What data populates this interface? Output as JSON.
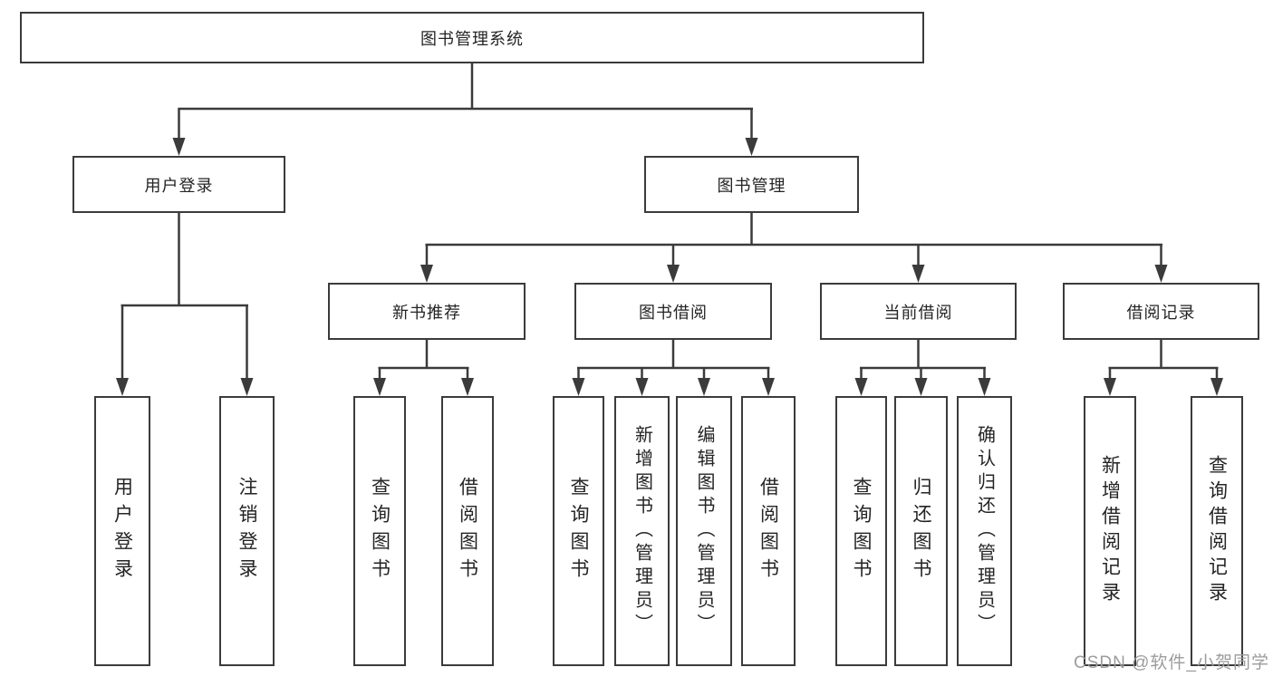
{
  "tree": {
    "root": {
      "label": "图书管理系统",
      "children": [
        {
          "label": "用户登录",
          "children": [
            {
              "label": "用户登录"
            },
            {
              "label": "注销登录"
            }
          ]
        },
        {
          "label": "图书管理",
          "children": [
            {
              "label": "新书推荐",
              "children": [
                {
                  "label": "查询图书"
                },
                {
                  "label": "借阅图书"
                }
              ]
            },
            {
              "label": "图书借阅",
              "children": [
                {
                  "label": "查询图书"
                },
                {
                  "label": "新增图书（管理员）"
                },
                {
                  "label": "编辑图书（管理员）"
                },
                {
                  "label": "借阅图书"
                }
              ]
            },
            {
              "label": "当前借阅",
              "children": [
                {
                  "label": "查询图书"
                },
                {
                  "label": "归还图书"
                },
                {
                  "label": "确认归还（管理员）"
                }
              ]
            },
            {
              "label": "借阅记录",
              "children": [
                {
                  "label": "新增借阅记录"
                },
                {
                  "label": "查询借阅记录"
                }
              ]
            }
          ]
        }
      ]
    }
  },
  "watermark": "CSDN @软件_小贺同学",
  "colors": {
    "line": "#3b3b3b",
    "text": "#242424",
    "watermark": "#9c9c9c",
    "background": "#ffffff"
  }
}
